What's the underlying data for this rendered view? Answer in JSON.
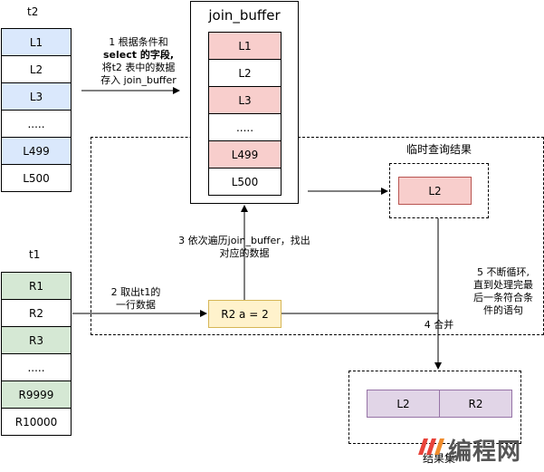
{
  "t2": {
    "label": "t2",
    "rows": [
      "L1",
      "L2",
      "L3",
      ".....",
      "L499",
      "L500"
    ]
  },
  "t1": {
    "label": "t1",
    "rows": [
      "R1",
      "R2",
      "R3",
      ".....",
      "R9999",
      "R10000"
    ]
  },
  "join_buffer": {
    "title": "join_buffer",
    "rows": [
      "L1",
      "L2",
      "L3",
      ".....",
      "L499",
      "L500"
    ]
  },
  "temp_result": {
    "title": "临时查询结果",
    "value": "L2"
  },
  "current_row": "R2 a = 2",
  "result_set": {
    "title": "结果集",
    "left": "L2",
    "right": "R2"
  },
  "steps": {
    "step1": [
      "1 根据条件和",
      "select 的字段,",
      "将t2 表中的数据",
      "存入 join_buffer"
    ],
    "step2": [
      "2 取出t1的",
      "一行数据"
    ],
    "step3": [
      "3 依次遍历join_buffer，找出",
      "对应的数据"
    ],
    "step4": "4 合并",
    "step5": [
      "5 不断循环,",
      "直到处理完最",
      "后一条符合条",
      "件的语句"
    ]
  },
  "watermark": "编程网"
}
